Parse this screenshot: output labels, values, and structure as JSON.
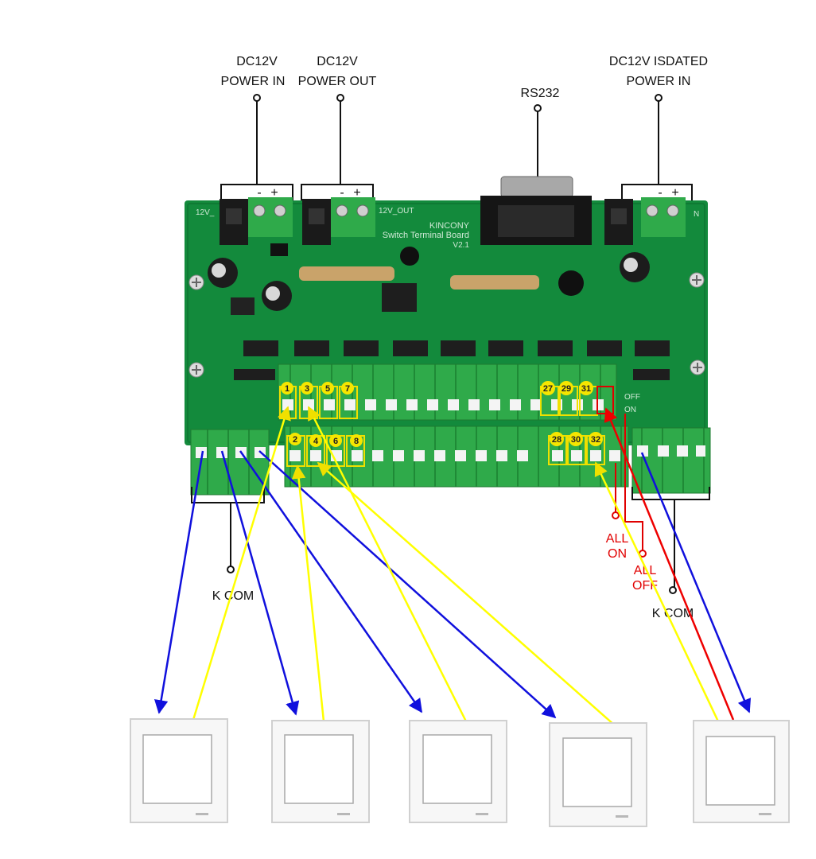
{
  "labels": {
    "power_in_1": "DC12V",
    "power_in_2": "POWER IN",
    "power_out_1": "DC12V",
    "power_out_2": "POWER OUT",
    "rs232": "RS232",
    "iso_1": "DC12V  ISDATED",
    "iso_2": "POWER IN",
    "kcom_left": "K COM",
    "kcom_right": "K COM",
    "all_on_1": "ALL",
    "all_on_2": "ON",
    "all_off_1": "ALL",
    "all_off_2": "OFF"
  },
  "board": {
    "brand": "KINCONY",
    "name": "Switch Terminal Board",
    "version": "V2.1",
    "silk_left": "12V_",
    "silk_mid": "12V_OUT",
    "silk_right": "N",
    "off": "OFF",
    "on": "ON",
    "minus": "-",
    "plus": "+"
  },
  "terminals": {
    "top": [
      "1",
      "3",
      "5",
      "7",
      "27",
      "29",
      "31"
    ],
    "bottom": [
      "2",
      "4",
      "6",
      "8",
      "28",
      "30",
      "32"
    ]
  },
  "colors": {
    "k_com_wire": "#1010dd",
    "signal_wire": "#ffff00",
    "all_wire": "#ee0000",
    "pcb": "#138a3c",
    "terminal_block": "#2faa4a",
    "badge": "#f6e600"
  },
  "switch_count": 5
}
